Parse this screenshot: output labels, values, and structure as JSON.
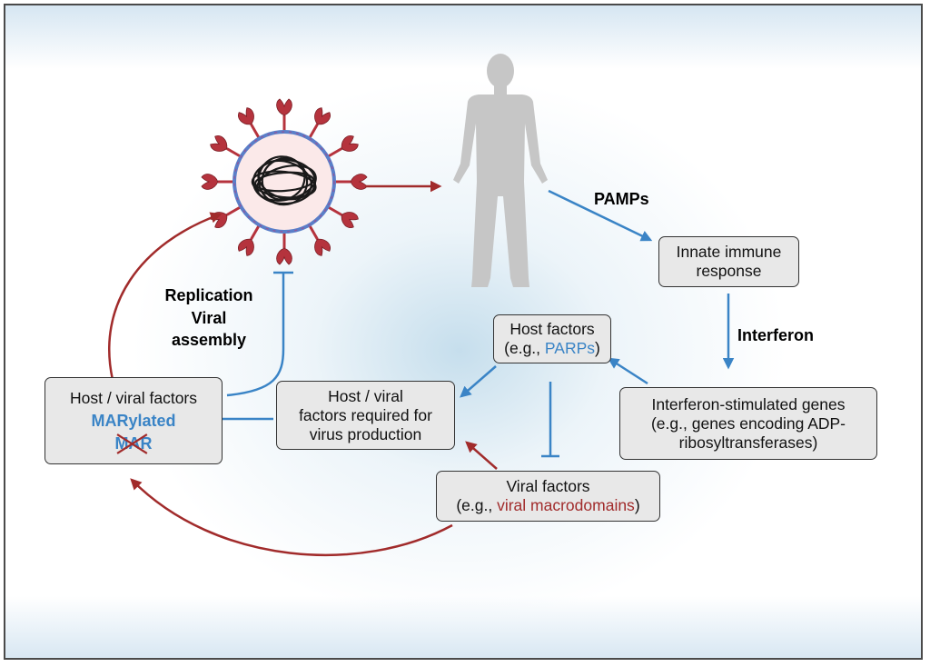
{
  "labels": {
    "replication": "Replication",
    "viral": "Viral",
    "assembly": "assembly",
    "pamps": "PAMPs",
    "interferon": "Interferon"
  },
  "boxes": {
    "innate": {
      "line1": "Innate immune",
      "line2": "response"
    },
    "isg": {
      "line1": "Interferon-stimulated genes",
      "line2": "(e.g., genes encoding ADP-",
      "line3": "ribosyltransferases)"
    },
    "host_factors": {
      "line1": "Host factors",
      "prefix": "(e.g., ",
      "highlight": "PARPs",
      "suffix": ")"
    },
    "required": {
      "line1": "Host / viral",
      "line2": "factors required for",
      "line3": "virus production"
    },
    "viral_factors": {
      "line1": "Viral factors",
      "prefix": "(e.g., ",
      "highlight": "viral macrodomains",
      "suffix": ")"
    },
    "marylated": {
      "line1": "Host / viral factors",
      "line2": "MARylated",
      "line3": "MAR"
    }
  },
  "colors": {
    "blue": "#3a84c6",
    "red": "#a12b2b",
    "virus_red": "#b5333d",
    "membrane_blue": "#5a7fc9",
    "silhouette": "#c6c6c6"
  },
  "icons": [
    "virus-icon",
    "human-silhouette-icon",
    "cross-out-icon"
  ]
}
